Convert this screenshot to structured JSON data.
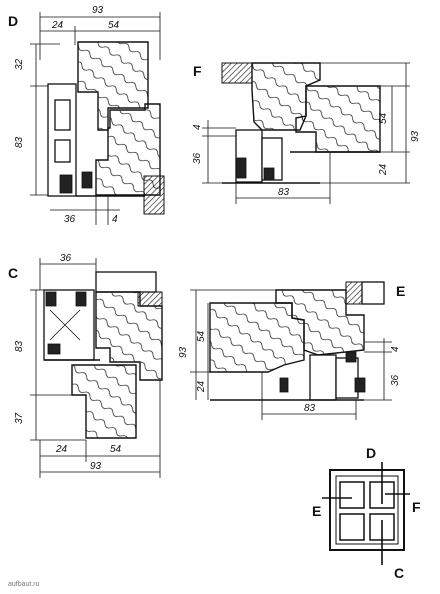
{
  "sections": {
    "D": {
      "label": "D",
      "dims": {
        "top": "93",
        "top_left": "24",
        "top_right": "54",
        "left_top": "32",
        "left_mid": "83",
        "bottom_a": "36",
        "bottom_b": "4"
      }
    },
    "F": {
      "label": "F",
      "dims": {
        "right_a": "54",
        "right_b": "93",
        "right_c": "24",
        "left_a": "4",
        "left_b": "36",
        "bottom": "83"
      }
    },
    "C": {
      "label": "C",
      "dims": {
        "top": "36",
        "left_a": "83",
        "left_b": "37",
        "bottom_a": "24",
        "bottom_b": "54",
        "bottom_total": "93"
      }
    },
    "E": {
      "label": "E",
      "dims": {
        "left_total": "93",
        "left_a": "54",
        "left_b": "24",
        "right_a": "4",
        "right_b": "36",
        "bottom": "83"
      }
    }
  },
  "key": {
    "top": "D",
    "bottom": "C",
    "left": "E",
    "right": "F"
  },
  "watermark": "aufbaut.ru"
}
